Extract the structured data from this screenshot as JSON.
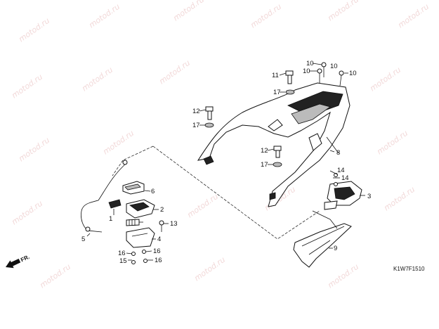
{
  "watermark": "motod.ru",
  "diagram_code": "K1W7F1510",
  "direction_label": "FR.",
  "callouts": {
    "c1": "1",
    "c2": "2",
    "c3": "3",
    "c4": "4",
    "c5": "5",
    "c6": "6",
    "c8": "8",
    "c9": "9",
    "c10a": "10",
    "c10b": "10",
    "c10c": "10",
    "c11": "11",
    "c12a": "12",
    "c12b": "12",
    "c13": "13",
    "c14a": "14",
    "c14b": "14",
    "c15": "15",
    "c16a": "16",
    "c16b": "16",
    "c16c": "16",
    "c17a": "17",
    "c17b": "17",
    "c17c": "17"
  }
}
